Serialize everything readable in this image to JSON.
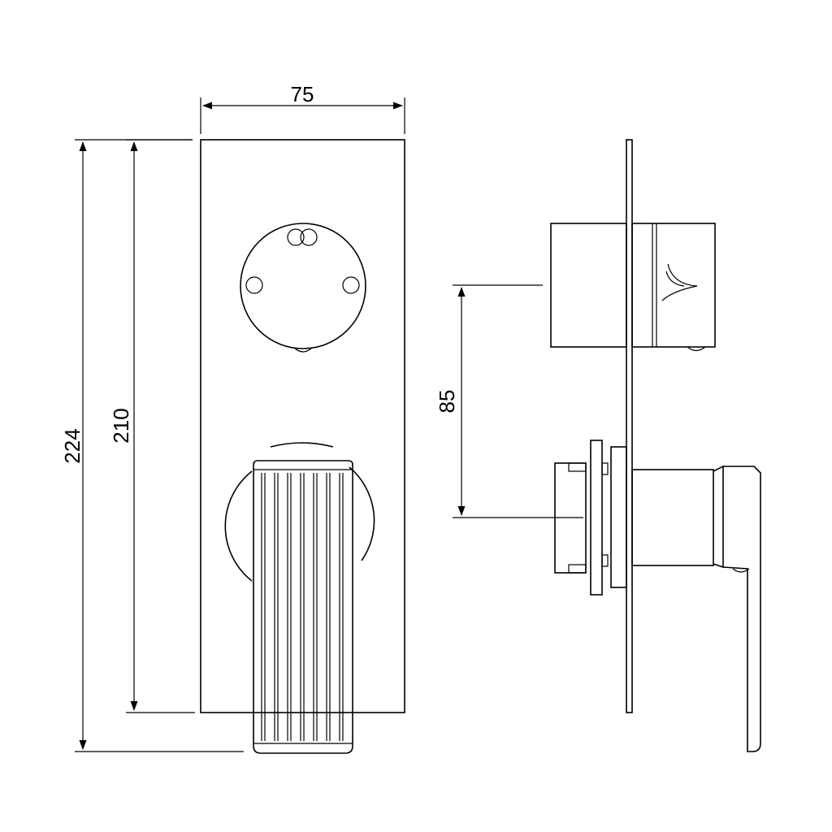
{
  "dimensions": {
    "width": "75",
    "height_plate": "210",
    "height_total": "224",
    "spacing": "85"
  },
  "colors": {
    "line": "#000000",
    "background": "#ffffff"
  }
}
